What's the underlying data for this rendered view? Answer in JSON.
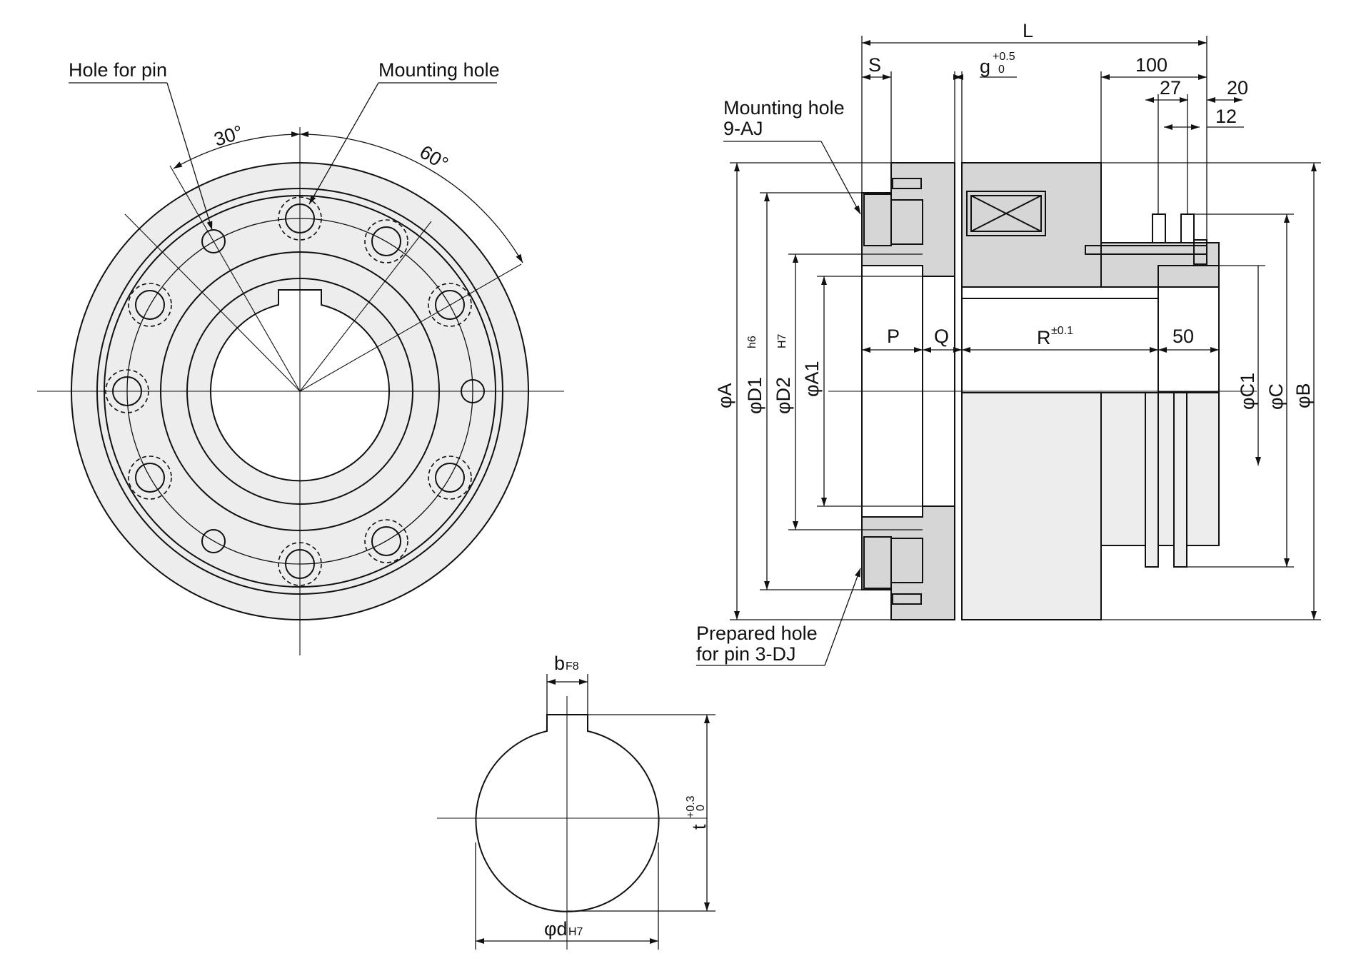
{
  "front_view": {
    "hole_for_pin_label": "Hole for pin",
    "mounting_hole_label": "Mounting hole",
    "angle_30": "30°",
    "angle_60": "60°"
  },
  "side_view": {
    "L": "L",
    "S": "S",
    "g": "g",
    "g_upper_tol": "+0.5",
    "g_lower_tol": "0",
    "dim_100": "100",
    "dim_27": "27",
    "dim_20": "20",
    "dim_12": "12",
    "mounting_hole_line1": "Mounting hole",
    "mounting_hole_line2": "9-AJ",
    "prepared_hole_line1": "Prepared hole",
    "prepared_hole_line2": "for pin 3-DJ",
    "P": "P",
    "Q": "Q",
    "R": "R",
    "R_tol": "±0.1",
    "dim_50": "50",
    "phi_A": "φA",
    "phi_D1": "φD1",
    "D1_fit": "h6",
    "phi_D2": "φD2",
    "D2_fit": "H7",
    "phi_A1": "φA1",
    "phi_C1": "φC1",
    "phi_C": "φC",
    "phi_B": "φB"
  },
  "keyway_view": {
    "b_label": "b",
    "b_fit": "F8",
    "t_label": "t",
    "t_upper_tol": "+0.3",
    "t_lower_tol": "0",
    "d_label": "φd",
    "d_fit": "H7"
  }
}
